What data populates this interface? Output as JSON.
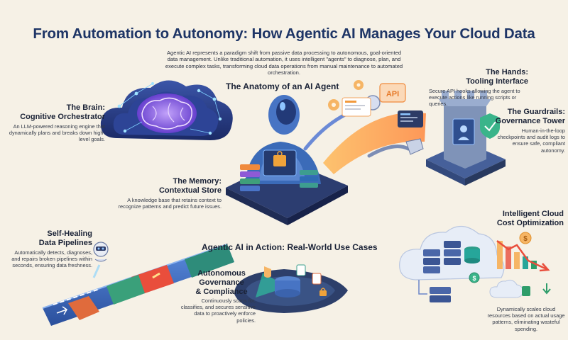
{
  "title": "From Automation to Autonomy: How Agentic AI Manages Your Cloud Data",
  "intro": "Agentic AI represents a paradigm shift from passive data processing to autonomous, goal-oriented data management. Unlike traditional automation, it uses intelligent \"agents\" to diagnose, plan, and execute complex tasks, transforming cloud data operations from manual maintenance to automated orchestration.",
  "anatomy_title": "The Anatomy of an AI Agent",
  "brain": {
    "title_1": "The Brain:",
    "title_2": "Cognitive Orchestrator",
    "body": "An LLM-powered reasoning engine that dynamically plans and breaks down high-level goals."
  },
  "memory": {
    "title_1": "The Memory:",
    "title_2": "Contextual Store",
    "body": "A knowledge base that retains context to recognize patterns and predict future issues."
  },
  "hands": {
    "title_1": "The Hands:",
    "title_2": "Tooling Interface",
    "body": "Secure API hooks allowing the agent to execute actions like running scripts or queries.",
    "api_label": "API"
  },
  "guardrails": {
    "title_1": "The Guardrails:",
    "title_2": "Governance Tower",
    "body": "Human-in-the-loop checkpoints and audit logs to ensure safe, compliant autonomy."
  },
  "usecases_title": "Agentic AI in Action: Real-World Use Cases",
  "pipelines": {
    "title_1": "Self-Healing",
    "title_2": "Data Pipelines",
    "body": "Automatically detects, diagnoses, and repairs broken pipelines within seconds, ensuring data freshness."
  },
  "governance": {
    "title_1": "Autonomous",
    "title_2": "Governance",
    "title_3": "& Compliance",
    "body": "Continuously scans for, classifies, and secures sensitive data to proactively enforce policies."
  },
  "cost": {
    "title_1": "Intelligent Cloud",
    "title_2": "Cost Optimization",
    "body": "Dynamically scales cloud resources based on actual usage patterns, eliminating wasteful spending."
  },
  "colors": {
    "title": "#1e3566",
    "background": "#f6f1e6",
    "brain": "#7a4bd6",
    "cloud": "#2b3f86",
    "orange": "#f39a3c",
    "teal": "#26a69a",
    "green": "#2e9d6a"
  },
  "icons": [
    "brain-icon",
    "robot-icon",
    "api-icon",
    "tower-icon",
    "server-stack-icon",
    "pipe-icon",
    "radar-icon",
    "coin-icon",
    "chart-icon"
  ]
}
